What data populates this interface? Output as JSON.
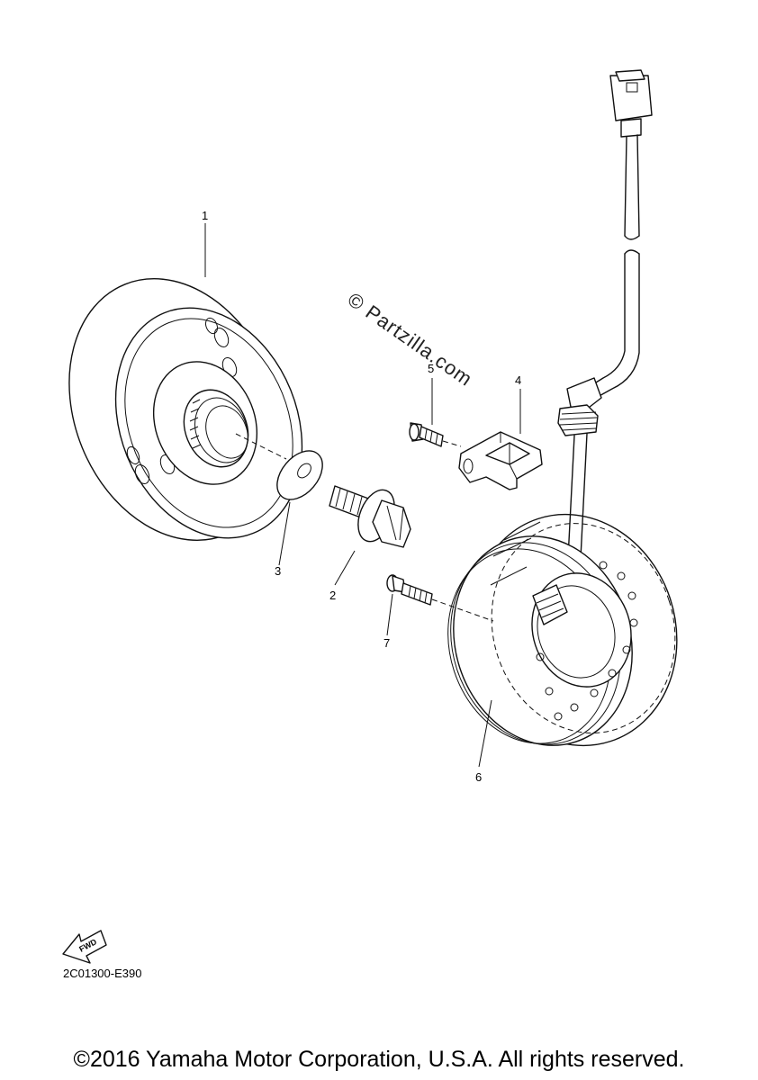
{
  "callouts": [
    {
      "id": "1",
      "text": "1"
    },
    {
      "id": "2",
      "text": "2"
    },
    {
      "id": "3",
      "text": "3"
    },
    {
      "id": "4",
      "text": "4"
    },
    {
      "id": "5",
      "text": "5"
    },
    {
      "id": "6",
      "text": "6"
    },
    {
      "id": "7",
      "text": "7"
    }
  ],
  "watermark": "© Partzilla.com",
  "fwd_label": "FWD",
  "drawing_code": "2C01300-E390",
  "copyright": "©2016 Yamaha Motor Corporation, U.S.A. All rights reserved."
}
